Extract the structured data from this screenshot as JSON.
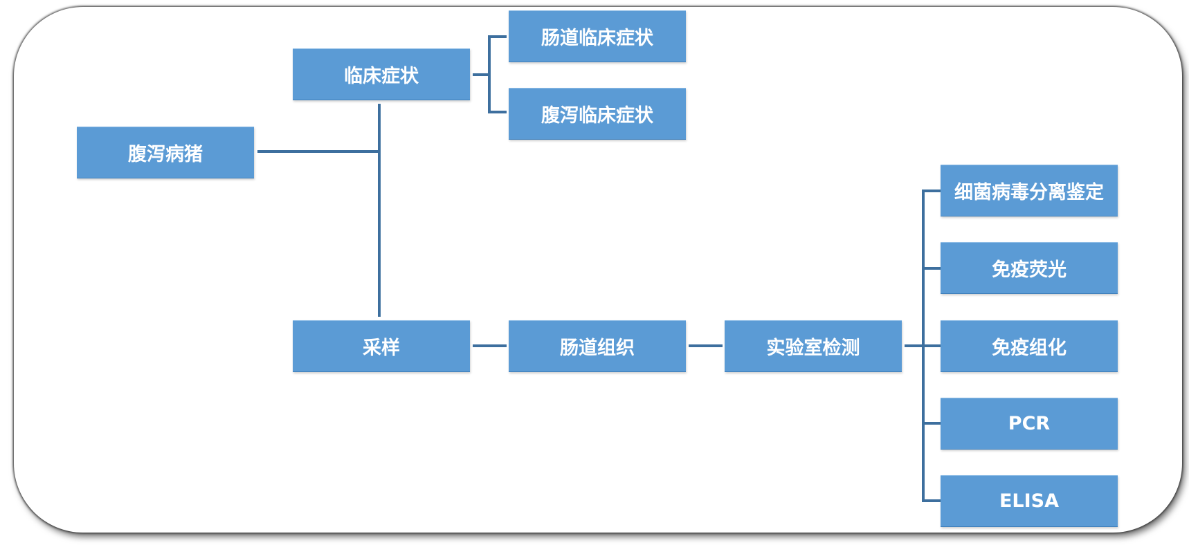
{
  "diagram": {
    "root": "腹泻病猪",
    "clinical": {
      "label": "临床症状",
      "children": [
        "肠道临床症状",
        "腹泻临床症状"
      ]
    },
    "sampling": {
      "label": "采样",
      "tissue": "肠道组织",
      "lab": "实验室检测",
      "methods": [
        "细菌病毒分离鉴定",
        "免疫荧光",
        "免疫组化",
        "PCR",
        "ELISA"
      ]
    }
  },
  "colors": {
    "node_fill": "#5b9bd5",
    "node_text": "#ffffff",
    "connector": "#3d6f9e"
  }
}
